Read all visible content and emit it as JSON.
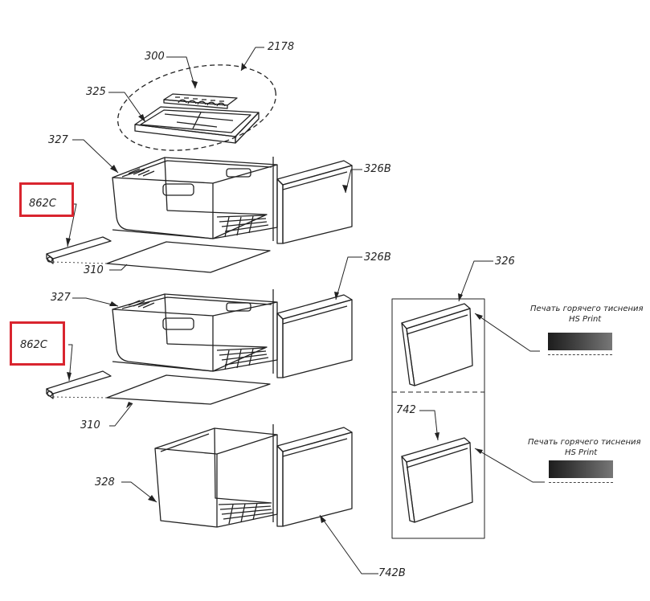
{
  "labels": {
    "set_2178": "2178",
    "part_300": "300",
    "part_325": "325",
    "part_327": "327",
    "part_326B": "326B",
    "part_862C": "862C",
    "part_310": "310",
    "part_326": "326",
    "part_742": "742",
    "part_328": "328",
    "part_742B": "742B"
  },
  "hs_print": {
    "caption_line1": "Печать горячего тиснения",
    "caption_line2": "HS Print"
  },
  "colors": {
    "line": "#222222",
    "highlight": "#d9252f"
  }
}
